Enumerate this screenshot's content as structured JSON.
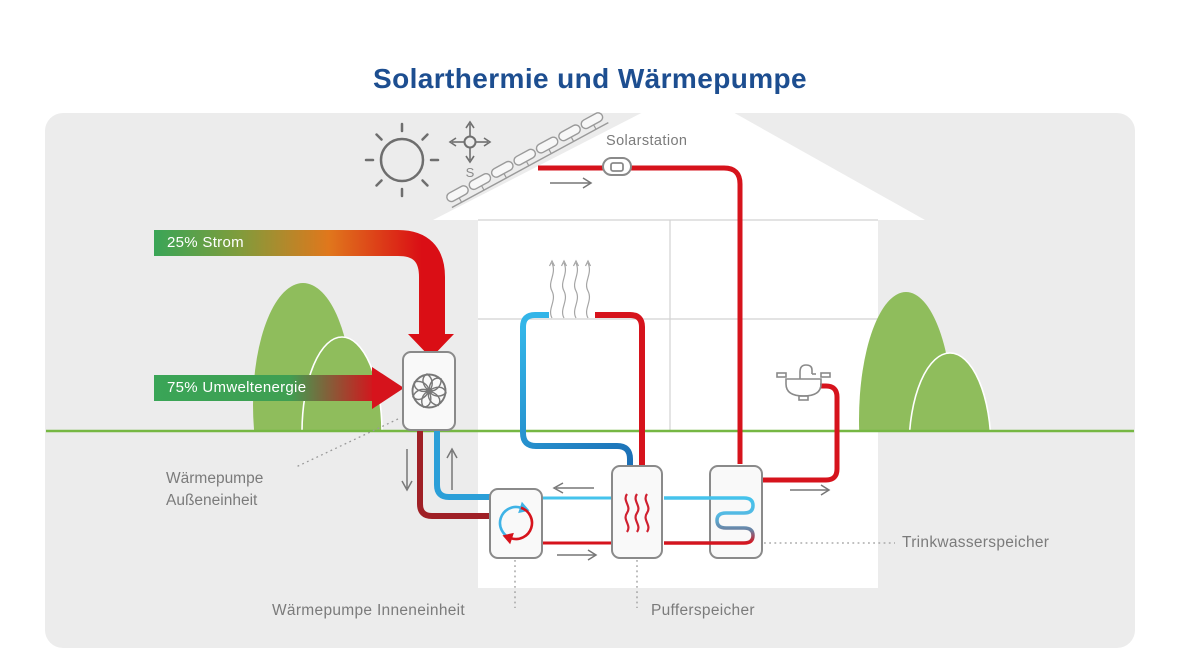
{
  "title": "Solarthermie und Wärmepumpe",
  "diagram": {
    "solarstation_label": "Solarstation",
    "compass_south": "S",
    "bands": {
      "strom": "25% Strom",
      "umwelt": "75% Umweltenergie"
    },
    "labels": {
      "outdoor_unit_line1": "Wärmepumpe",
      "outdoor_unit_line2": "Außeneinheit",
      "indoor_unit": "Wärmepumpe Inneneinheit",
      "buffer_tank": "Pufferspeicher",
      "dhw_tank": "Trinkwasserspeicher"
    }
  },
  "colors": {
    "title_blue": "#1d4e90",
    "pipe_red": "#d6131c",
    "pipe_dark_red": "#9f2026",
    "pipe_blue": "#2196d4",
    "pipe_light_blue": "#45c3ec",
    "band_green": "#3aa557",
    "band_orange": "#e0771c",
    "tree_green": "#8fbd5c",
    "ground_green": "#76b743",
    "card_gray": "#ececec",
    "label_gray": "#7b7b7b"
  }
}
